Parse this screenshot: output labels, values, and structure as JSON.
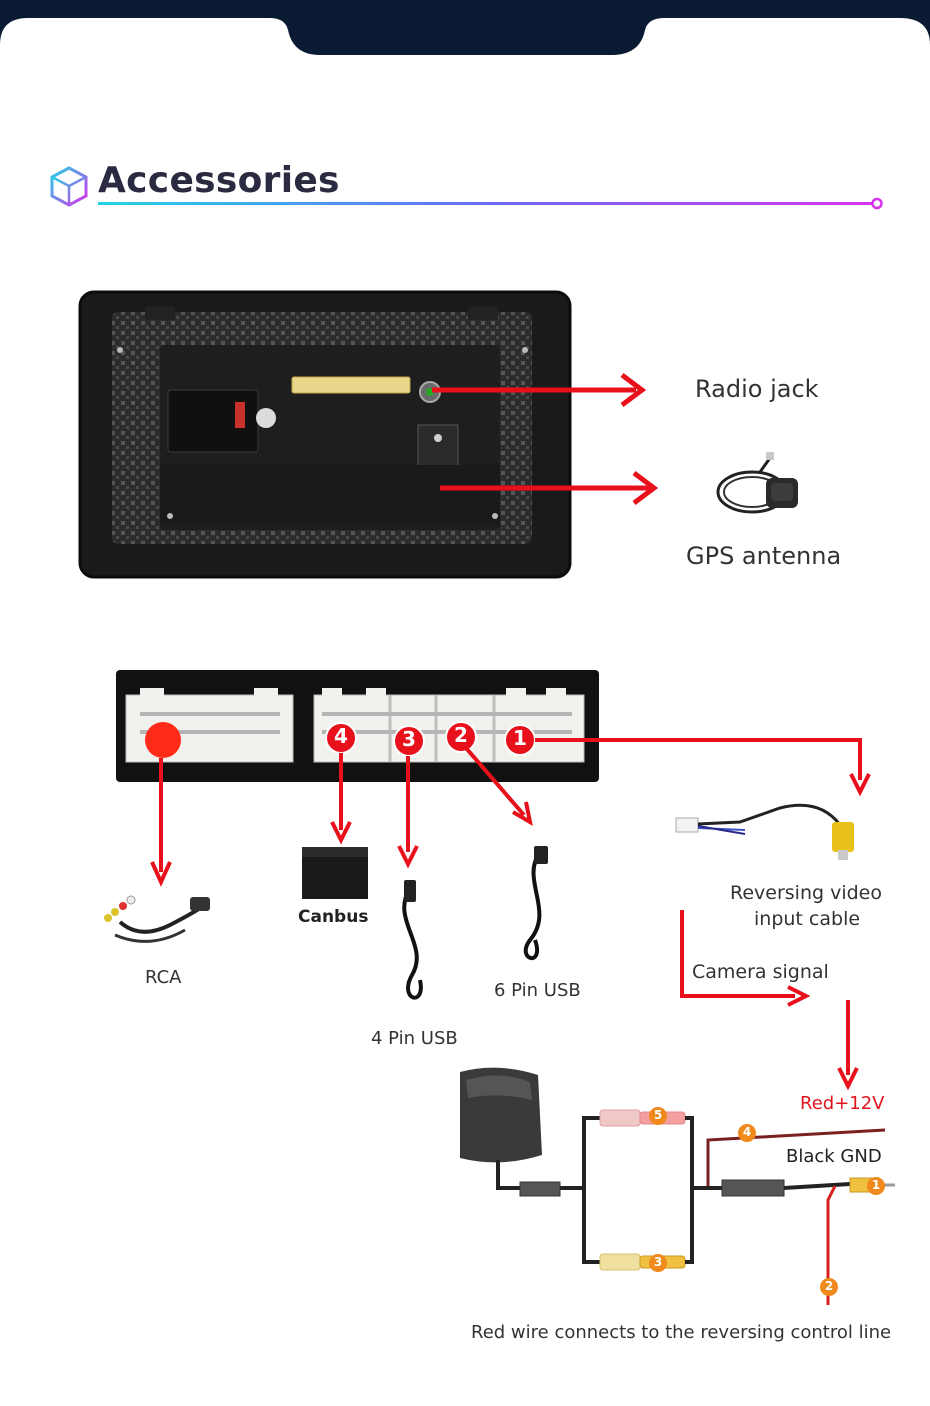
{
  "header": {
    "title": "Accessories"
  },
  "labels": {
    "radio_jack": "Radio jack",
    "gps_antenna": "GPS antenna",
    "rca": "RCA",
    "canbus": "Canbus",
    "usb4": "4 Pin USB",
    "usb6": "6 Pin USB",
    "reversing_line1": "Reversing video",
    "reversing_line2": "input cable",
    "camera_signal": "Camera signal",
    "red_12v": "Red+12V",
    "black_gnd": "Black GND",
    "red_wire_note": "Red wire connects to the reversing control line"
  },
  "port_badges": [
    "1",
    "2",
    "3",
    "4"
  ],
  "wire_badges": [
    "1",
    "2",
    "3",
    "4",
    "5"
  ],
  "colors": {
    "arrow": "#e8101a",
    "badge_red": "#e8101a",
    "badge_orange": "#f08a1c",
    "dark": "#0b1a33",
    "red_text": "#e0141e"
  },
  "icons": {
    "header": "cube-icon"
  }
}
